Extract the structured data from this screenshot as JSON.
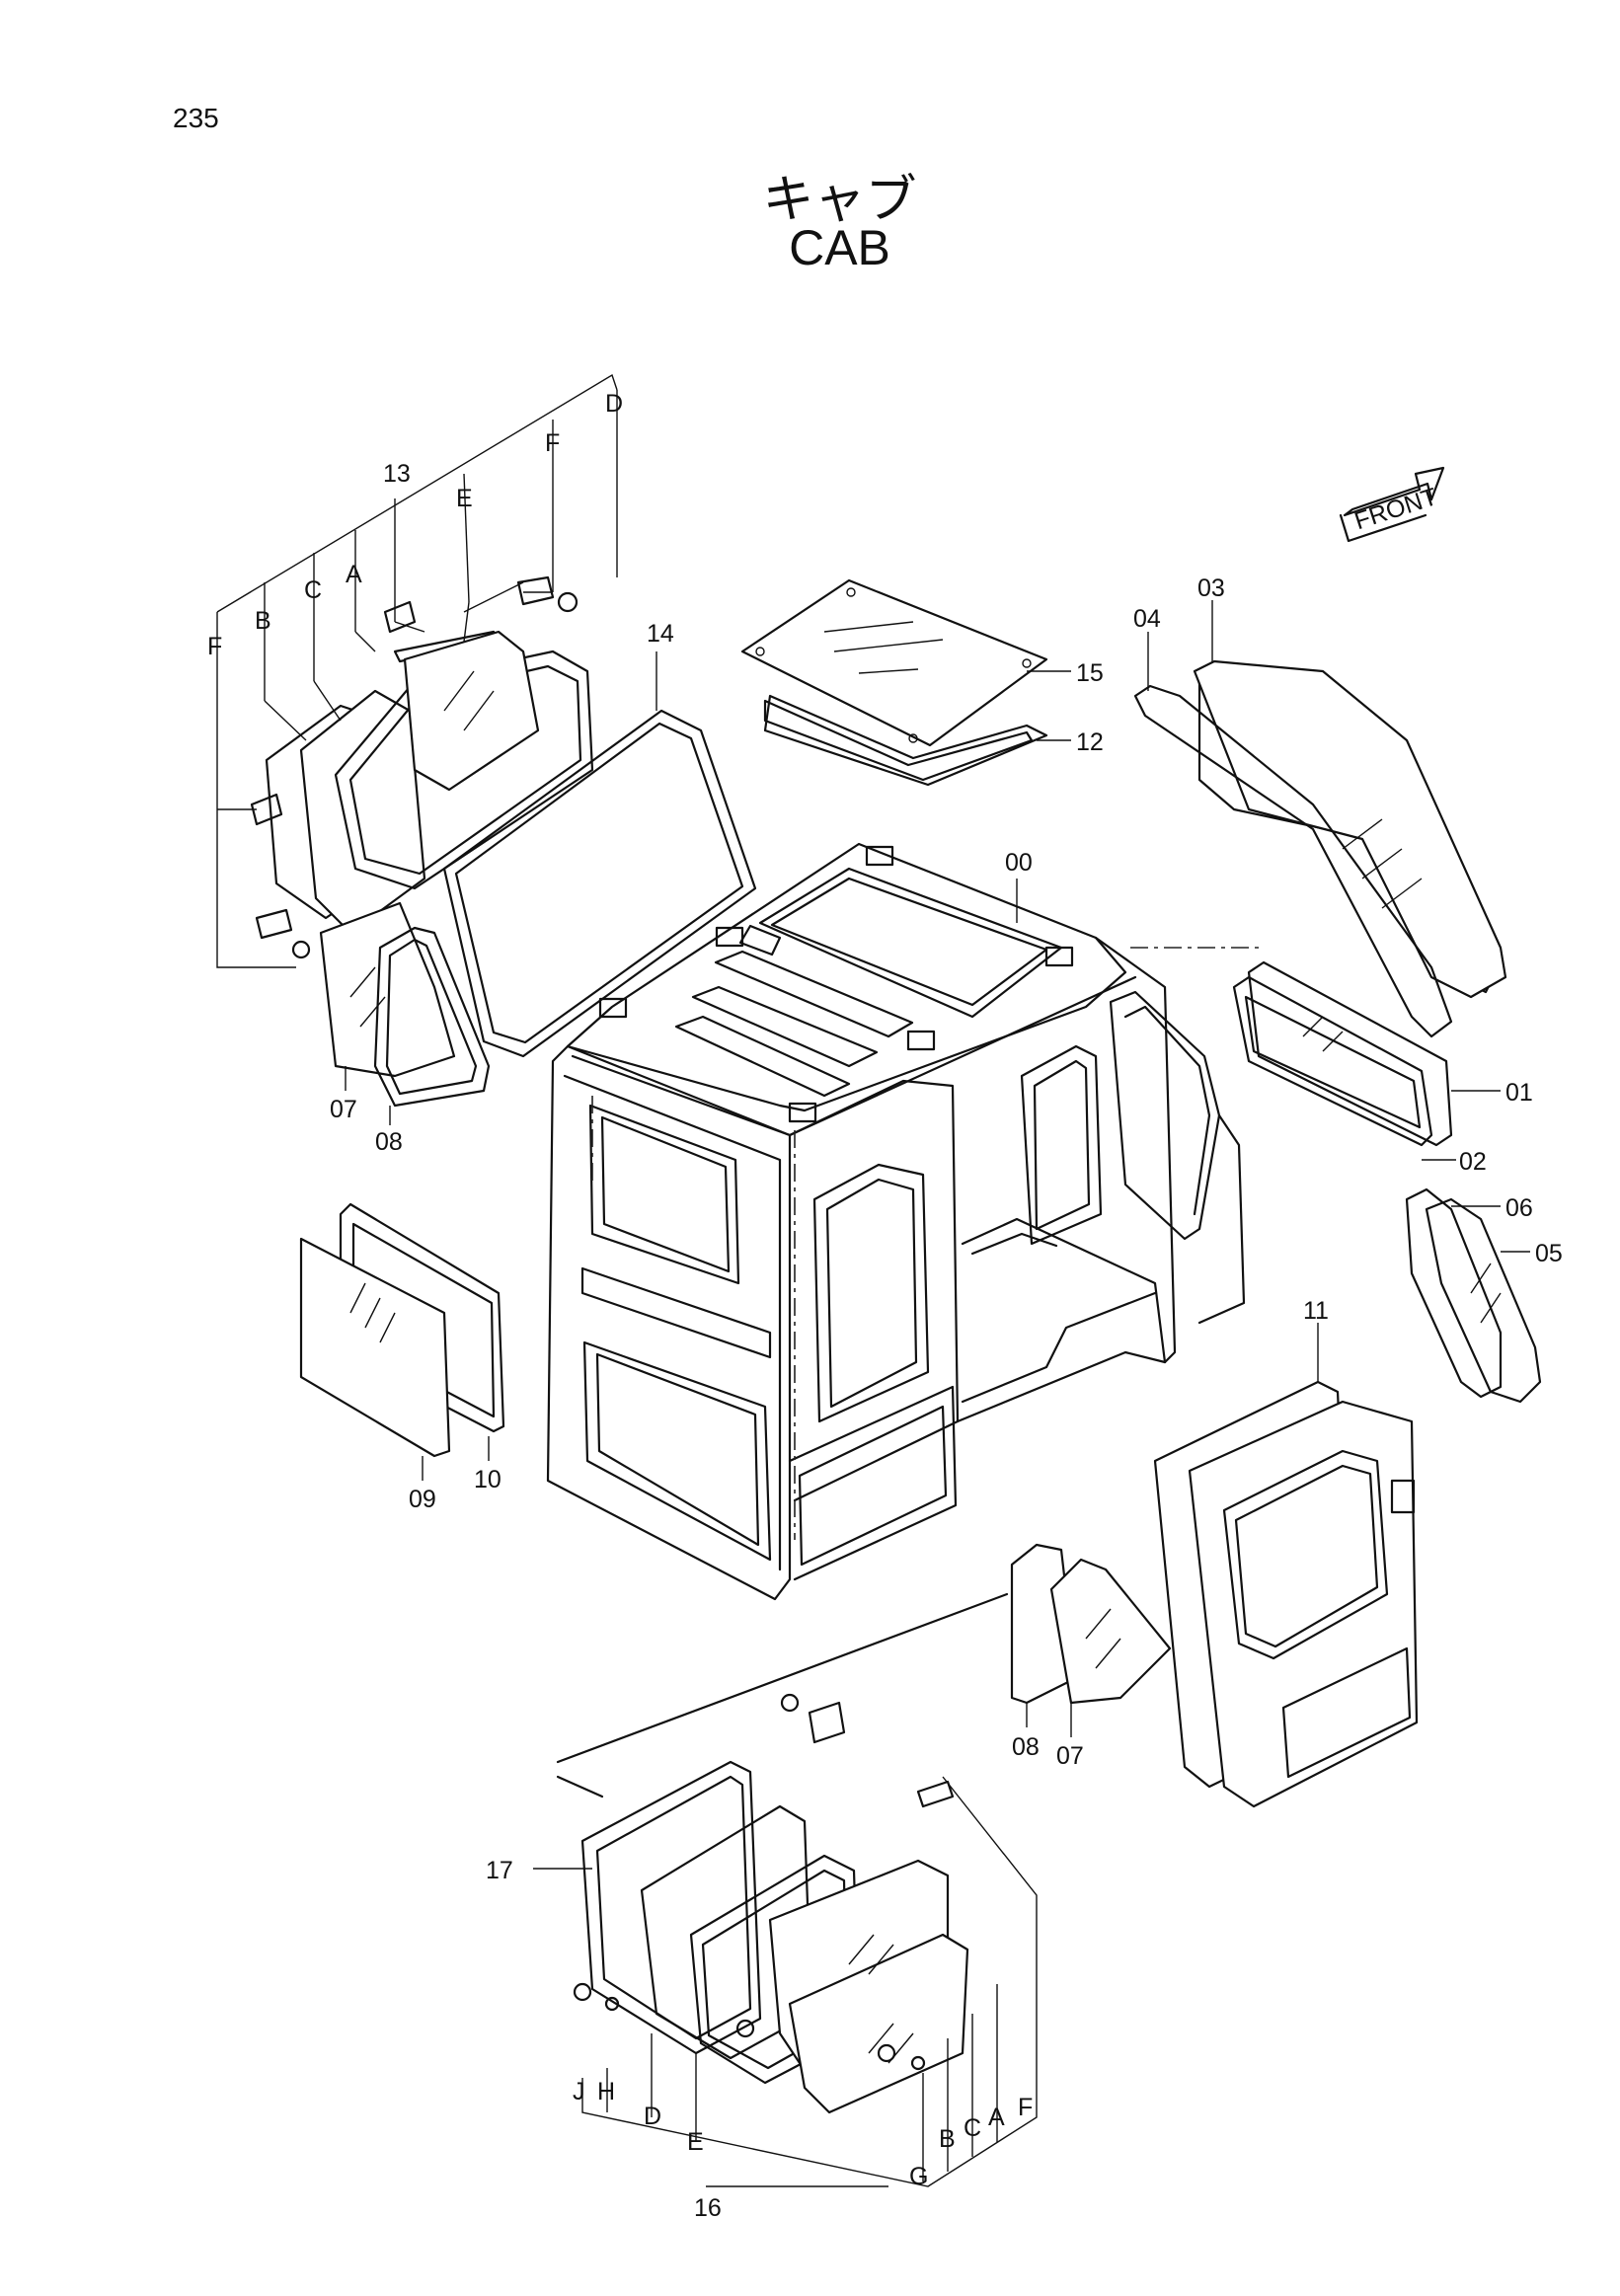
{
  "page_number": "235",
  "title_jp": "キャブ",
  "title_en": "CAB",
  "front_label": "FRONT",
  "labels": {
    "p00": "00",
    "p01": "01",
    "p02": "02",
    "p03": "03",
    "p04": "04",
    "p05": "05",
    "p06": "06",
    "p07a": "07",
    "p07b": "07",
    "p08a": "08",
    "p08b": "08",
    "p09": "09",
    "p10": "10",
    "p11": "11",
    "p12": "12",
    "p13": "13",
    "p14": "14",
    "p15": "15",
    "p16": "16",
    "p17": "17",
    "tA": "A",
    "tB": "B",
    "tC": "C",
    "tD": "D",
    "tE": "E",
    "tF1": "F",
    "tF2": "F",
    "bA": "A",
    "bB": "B",
    "bC": "C",
    "bD": "D",
    "bE": "E",
    "bF": "F",
    "bG": "G",
    "bH": "H",
    "bJ": "J"
  }
}
